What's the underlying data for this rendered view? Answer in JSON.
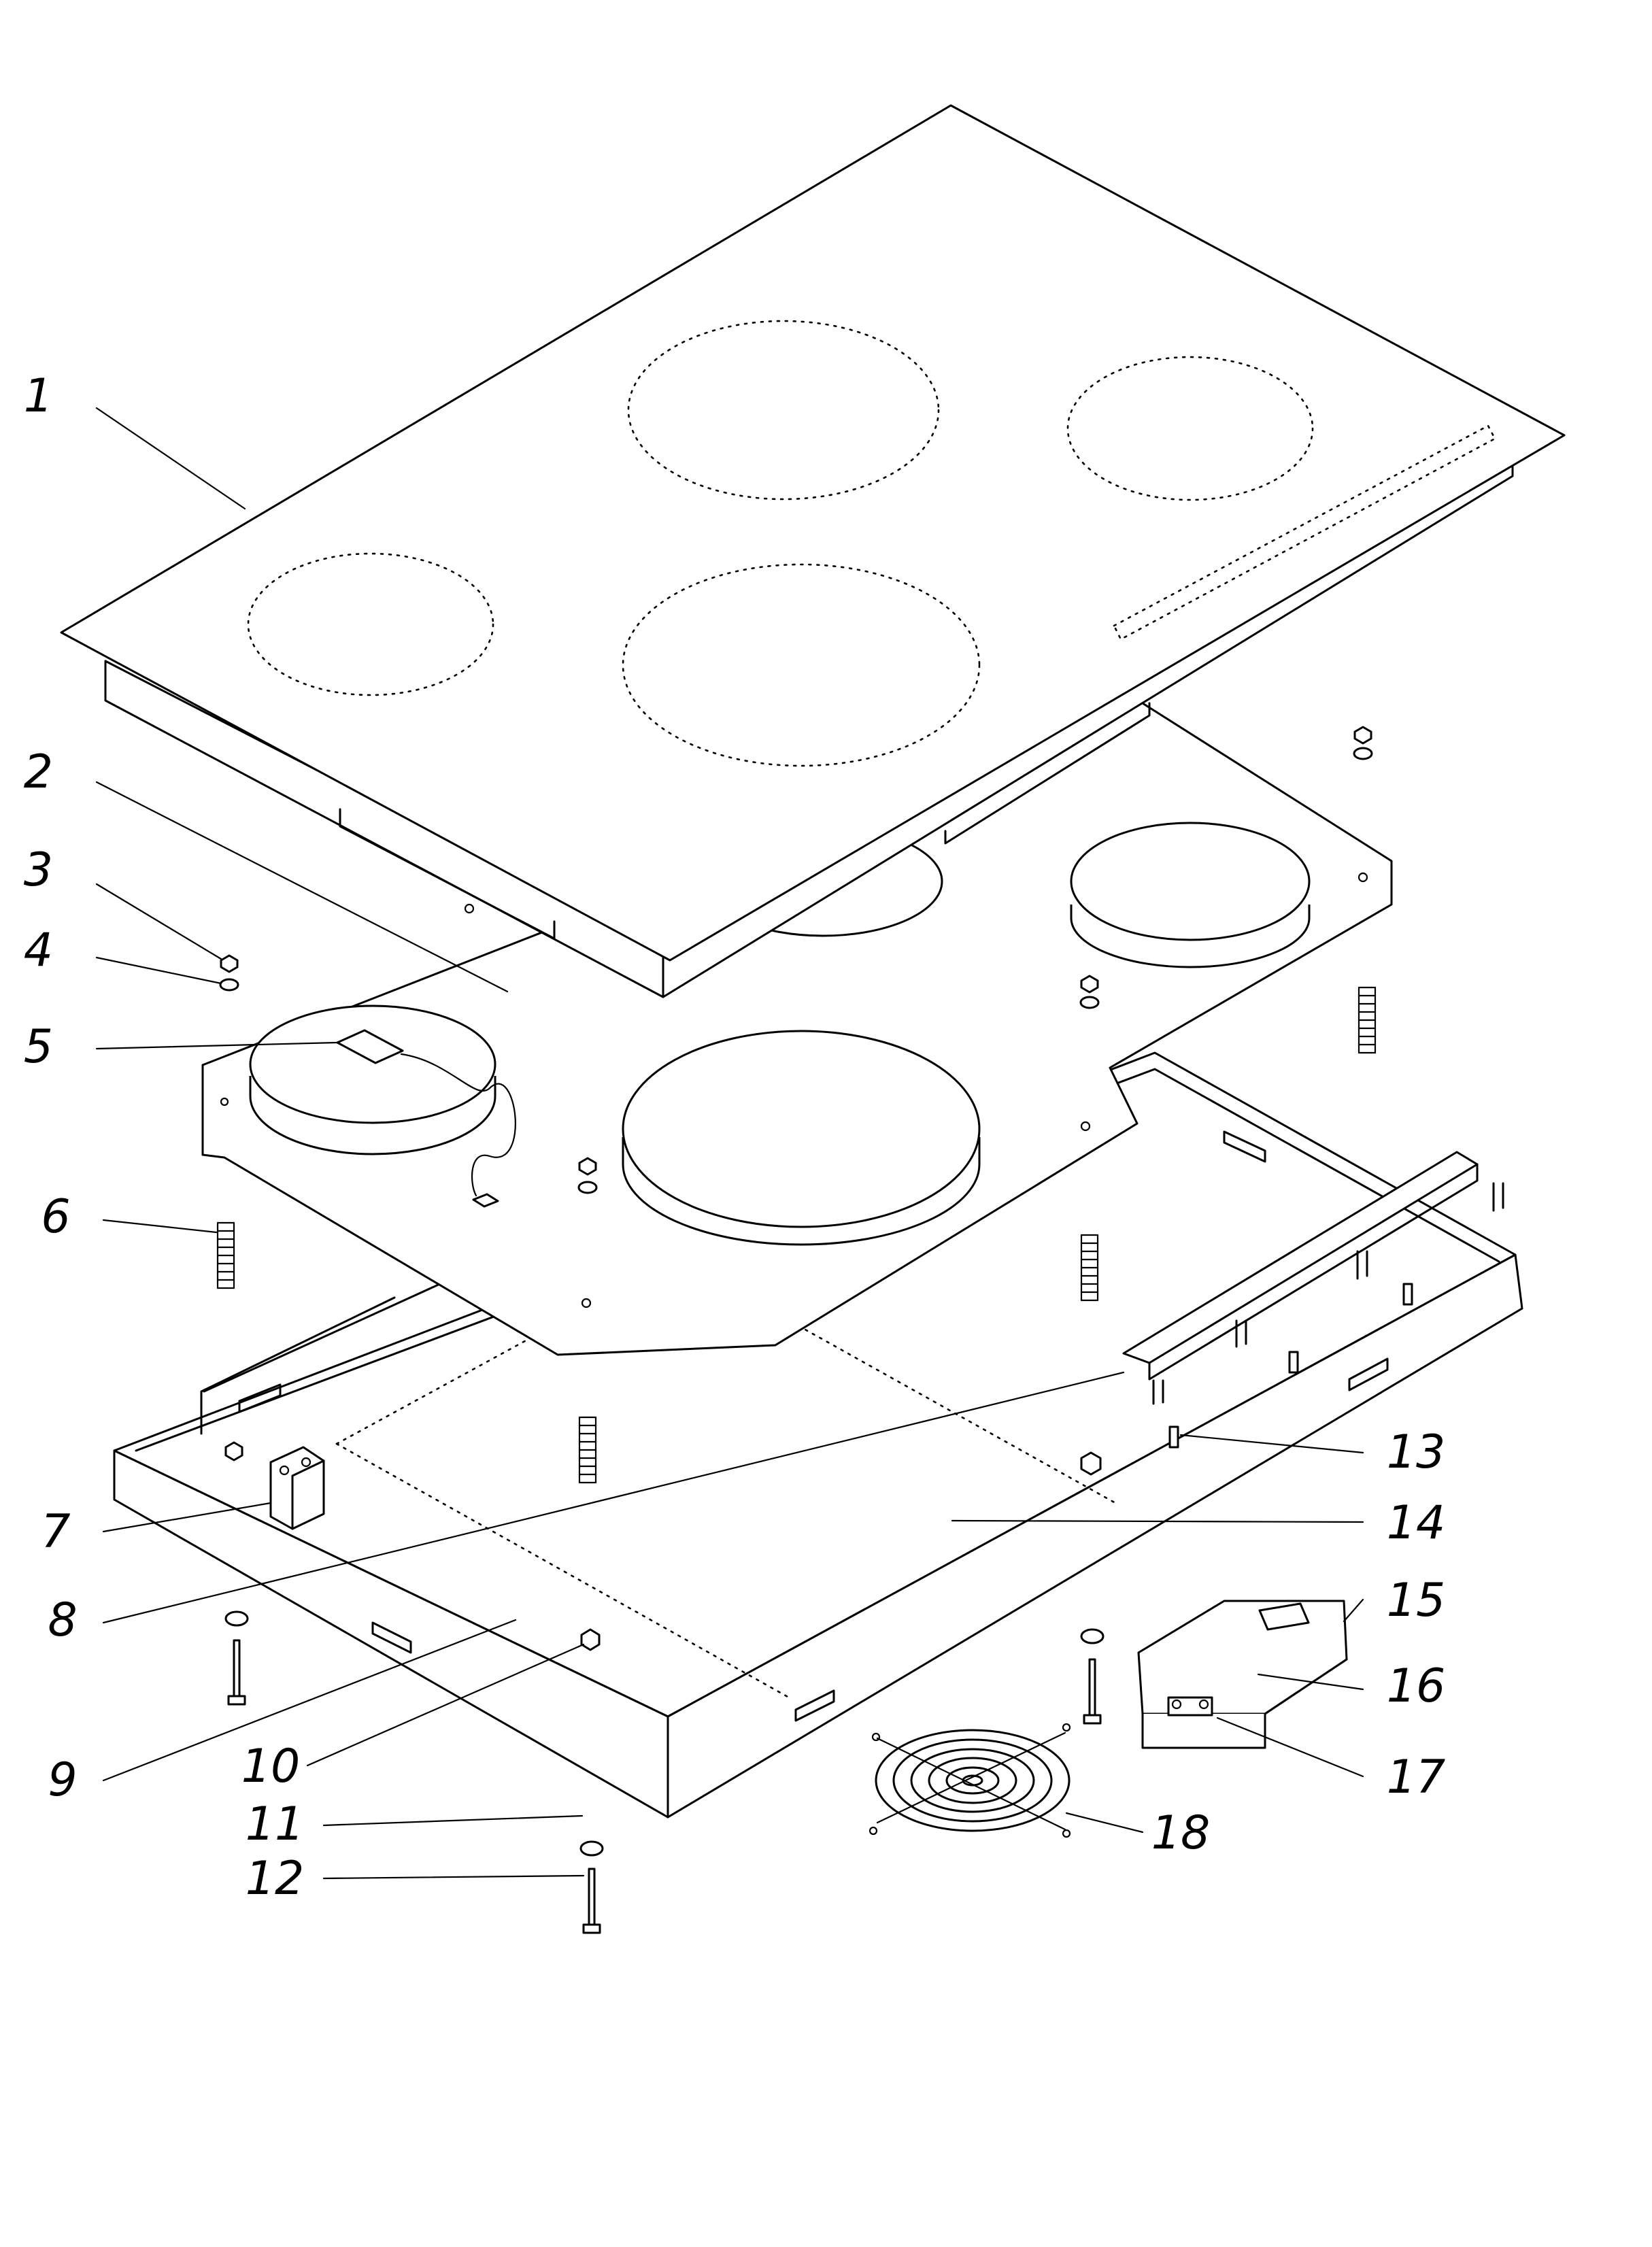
{
  "diagram": {
    "callouts": [
      {
        "id": "c1",
        "text": "1"
      },
      {
        "id": "c2",
        "text": "2"
      },
      {
        "id": "c3",
        "text": "3"
      },
      {
        "id": "c4",
        "text": "4"
      },
      {
        "id": "c5",
        "text": "5"
      },
      {
        "id": "c6",
        "text": "6"
      },
      {
        "id": "c7",
        "text": "7"
      },
      {
        "id": "c8",
        "text": "8"
      },
      {
        "id": "c9",
        "text": "9"
      },
      {
        "id": "c10",
        "text": "10"
      },
      {
        "id": "c11",
        "text": "11"
      },
      {
        "id": "c12",
        "text": "12"
      },
      {
        "id": "c13",
        "text": "13"
      },
      {
        "id": "c14",
        "text": "14"
      },
      {
        "id": "c15",
        "text": "15"
      },
      {
        "id": "c16",
        "text": "16"
      },
      {
        "id": "c17",
        "text": "17"
      },
      {
        "id": "c18",
        "text": "18"
      }
    ]
  },
  "colors": {
    "line": "#000000",
    "background": "#ffffff"
  }
}
